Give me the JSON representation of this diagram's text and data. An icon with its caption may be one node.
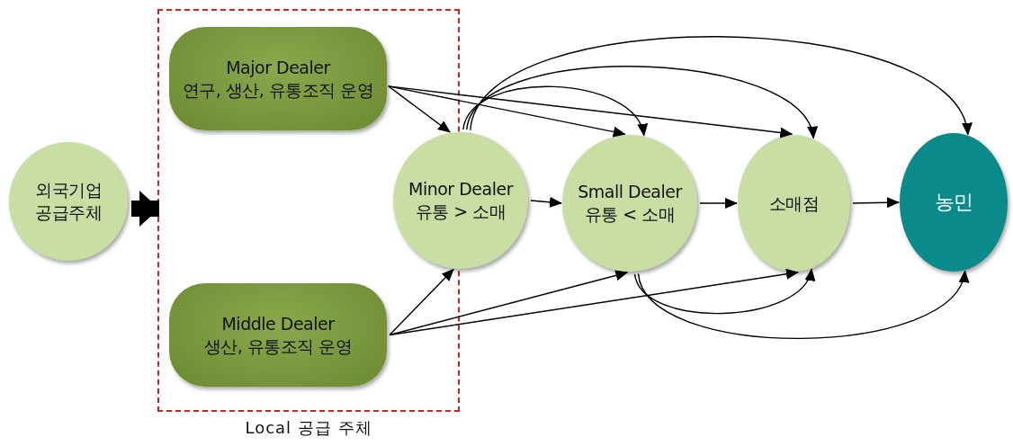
{
  "diagram": {
    "nodes": [
      {
        "text": [
          "외국기업 공급주체"
        ]
      },
      {
        "text": [
          "Local 공급 주체"
        ]
      },
      {
        "text": [
          "Major Dealer",
          "연구, 생산, 유통조직 운영"
        ],
        "in": 1
      },
      {
        "text": [
          "Middle Dealer",
          "생산, 유통조직 운영"
        ],
        "in": 1
      },
      {
        "text": [
          "Minor Dealer",
          "유통 > 소매"
        ]
      },
      {
        "text": [
          "Small Dealer",
          "유통 < 소매"
        ]
      },
      {
        "text": [
          "소매점"
        ]
      },
      {
        "text": [
          "농민"
        ]
      }
    ],
    "edges": [
      {
        "from": 0,
        "to": 1,
        "arrow": "to",
        "style": "thick"
      },
      {
        "from": 2,
        "to": 4,
        "arrow": "to"
      },
      {
        "from": 2,
        "to": 5,
        "arrow": "to"
      },
      {
        "from": 2,
        "to": 6,
        "arrow": "to"
      },
      {
        "from": 3,
        "to": 4,
        "arrow": "to"
      },
      {
        "from": 3,
        "to": 5,
        "arrow": "to"
      },
      {
        "from": 3,
        "to": 6,
        "arrow": "to"
      },
      {
        "from": 4,
        "to": 5,
        "arrow": "to"
      },
      {
        "from": 5,
        "to": 6,
        "arrow": "to"
      },
      {
        "from": 6,
        "to": 7,
        "arrow": "to"
      },
      {
        "from": 4,
        "to": 5,
        "arrow": "to"
      },
      {
        "from": 4,
        "to": 6,
        "arrow": "to"
      },
      {
        "from": 4,
        "to": 7,
        "arrow": "to"
      },
      {
        "from": 5,
        "to": 6,
        "arrow": "to"
      },
      {
        "from": 5,
        "to": 7,
        "arrow": "to"
      }
    ]
  }
}
